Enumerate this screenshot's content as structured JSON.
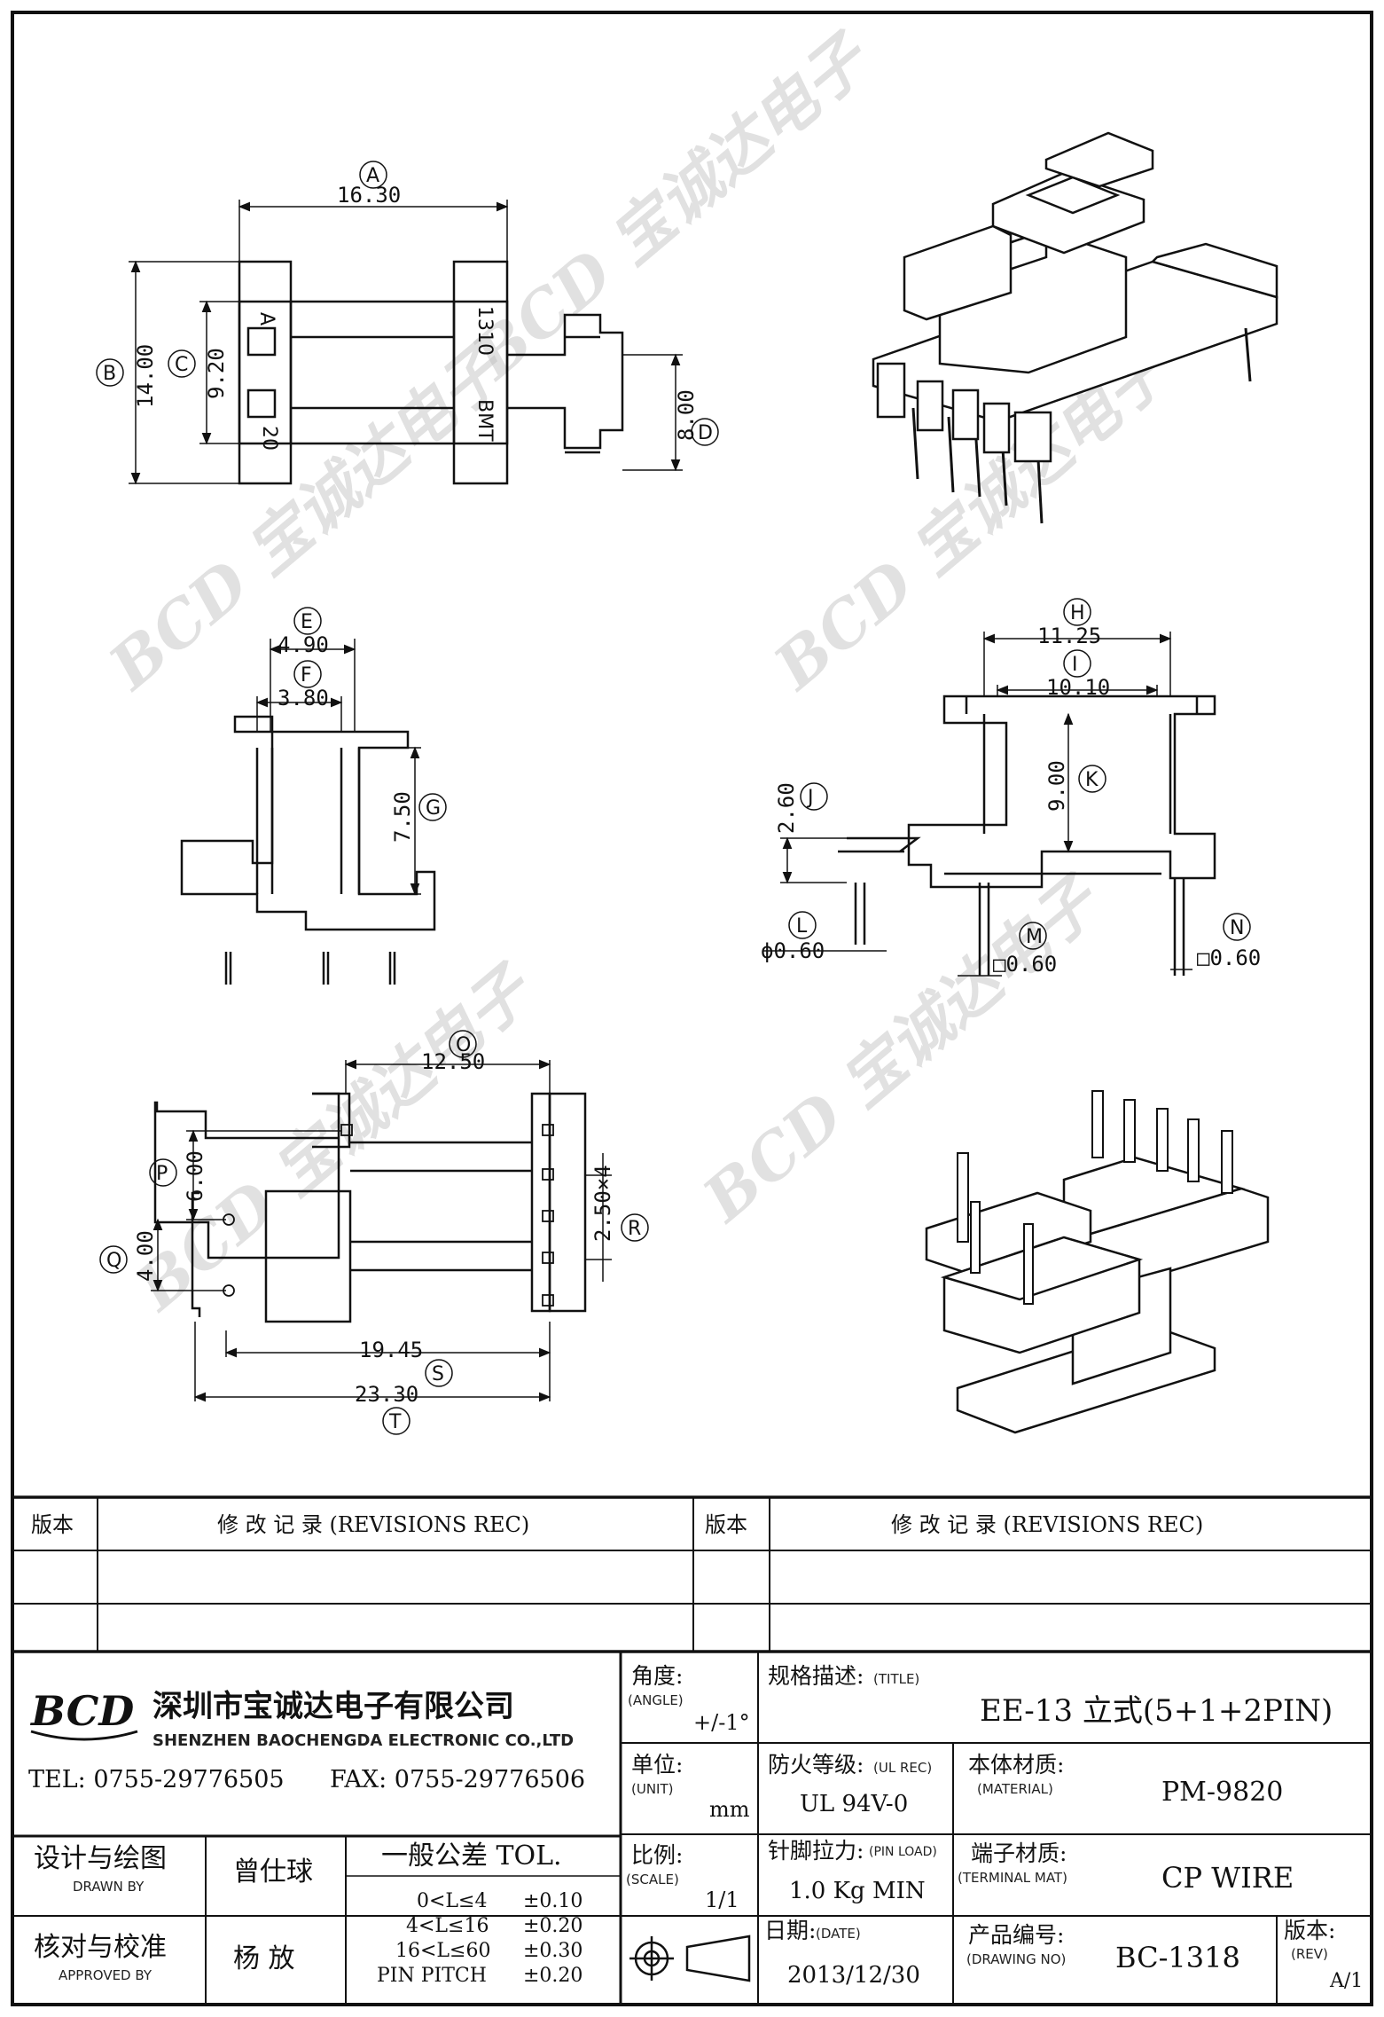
{
  "dimensions": {
    "A": {
      "label": "A",
      "value": "16.30"
    },
    "B": {
      "label": "B",
      "value": "14.00"
    },
    "C": {
      "label": "C",
      "value": "9.20"
    },
    "D": {
      "label": "D",
      "value": "8.00"
    },
    "E": {
      "label": "E",
      "value": "4.90"
    },
    "F": {
      "label": "F",
      "value": "3.80"
    },
    "G": {
      "label": "G",
      "value": "7.50"
    },
    "H": {
      "label": "H",
      "value": "11.25"
    },
    "I": {
      "label": "I",
      "value": "10.10"
    },
    "J": {
      "label": "J",
      "value": "2.60"
    },
    "K": {
      "label": "K",
      "value": "9.00"
    },
    "L": {
      "label": "L",
      "value": "ϕ0.60"
    },
    "M": {
      "label": "M",
      "value": "□0.60"
    },
    "N": {
      "label": "N",
      "value": "□0.60"
    },
    "O": {
      "label": "O",
      "value": "12.50"
    },
    "P": {
      "label": "P",
      "value": "6.00"
    },
    "Q": {
      "label": "Q",
      "value": "4.00"
    },
    "R": {
      "label": "R",
      "value": "2.50×4"
    },
    "S": {
      "label": "S",
      "value": "19.45"
    },
    "T": {
      "label": "T",
      "value": "23.30"
    }
  },
  "part_marks": {
    "a": "A",
    "code": "1310",
    "brand": "BMT",
    "num": "20"
  },
  "watermark": {
    "text": "BCD 宝诚达电子"
  },
  "title_block": {
    "rev_header_left": "版本",
    "rev_record_left": "修 改 记 录  (REVISIONS REC)",
    "rev_header_right": "版本",
    "rev_record_right": "修 改 记 录  (REVISIONS REC)",
    "logo_text": "BCD",
    "company_cn": "深圳市宝诚达电子有限公司",
    "company_en": "SHENZHEN BAOCHENGDA ELECTRONIC CO.,LTD",
    "tel": "TEL: 0755-29776505",
    "fax": "FAX: 0755-29776506",
    "angle_label": "角度:",
    "angle_en": "(ANGLE)",
    "angle_value": "+/-1°",
    "unit_label": "单位:",
    "unit_en": "(UNIT)",
    "unit_value": "mm",
    "scale_label": "比例:",
    "scale_en": "(SCALE)",
    "scale_value": "1/1",
    "title_label": "规格描述:",
    "title_en": "(TITLE)",
    "title_value": "EE-13 立式(5+1+2PIN)",
    "ul_label": "防火等级:",
    "ul_en": "(UL REC)",
    "ul_value": "UL 94V-0",
    "material_label": "本体材质:",
    "material_en": "(MATERIAL)",
    "material_value": "PM-9820",
    "pin_load_label": "针脚拉力:",
    "pin_load_en": "(PIN LOAD)",
    "pin_load_value": "1.0 Kg MIN",
    "terminal_label": "端子材质:",
    "terminal_en": "(TERMINAL MAT)",
    "terminal_value": "CP WIRE",
    "date_label": "日期:",
    "date_en": "(DATE)",
    "date_value": "2013/12/30",
    "drawing_no_label": "产品编号:",
    "drawing_no_en": "(DRAWING NO)",
    "drawing_no_value": "BC-1318",
    "rev_label": "版本:",
    "rev_en": "(REV)",
    "rev_value": "A/1",
    "designed_label": "设计与绘图",
    "designed_en": "DRAWN BY",
    "designer": "曾仕球",
    "approved_label": "核对与校准",
    "approved_en": "APPROVED BY",
    "approver": "杨    放",
    "tol_title": "一般公差 TOL.",
    "tolerances": [
      {
        "range": "0<L≤4",
        "tol": "±0.10"
      },
      {
        "range": "4<L≤16",
        "tol": "±0.20"
      },
      {
        "range": "16<L≤60",
        "tol": "±0.30"
      },
      {
        "range": "PIN PITCH",
        "tol": "±0.20"
      }
    ]
  }
}
